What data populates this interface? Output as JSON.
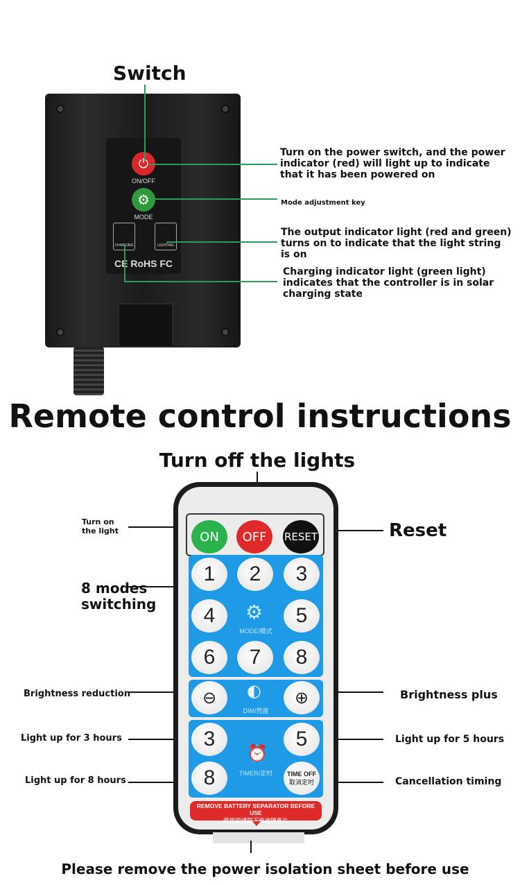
{
  "controller": {
    "title": "Switch",
    "onoff_label": "ON/OFF",
    "mode_label": "MODE",
    "charging_label": "CHARGING",
    "lighting_label": "LIGHTING",
    "cert_text": "CE RoHS FC",
    "annotations": [
      "Turn on the power switch, and the power indicator (red) will light up to indicate that it has been powered on",
      "Mode adjustment key",
      "The output indicator light (red and green) turns on to indicate that the light string is on",
      "Charging indicator light (green light) indicates that the controller is in solar charging state"
    ]
  },
  "remote": {
    "heading": "Remote control instructions",
    "top_label": "Turn off the lights",
    "buttons": {
      "on": "ON",
      "off": "OFF",
      "reset": "RESET",
      "modes": [
        "1",
        "2",
        "3",
        "4",
        "5",
        "6",
        "7",
        "8"
      ],
      "mode_label": "MODE/模式",
      "dim_label": "DIM/亮度",
      "timer_label": "TIMER/定时",
      "timer": [
        "3",
        "5",
        "8"
      ],
      "time_off": "TIME OFF",
      "time_off_cn": "取消定时"
    },
    "banner_en": "REMOVE BATTERY SEPARATOR BEFORE USE",
    "banner_cn": "使用前请取下电池隔离片",
    "left_labels": [
      "Turn on the light",
      "8 modes switching",
      "Brightness reduction",
      "Light up for 3 hours",
      "Light up for 8 hours"
    ],
    "right_labels": [
      "Reset",
      "Brightness plus",
      "Light up for 5 hours",
      "Cancellation timing"
    ],
    "footer": "Please remove the power isolation sheet before use"
  }
}
